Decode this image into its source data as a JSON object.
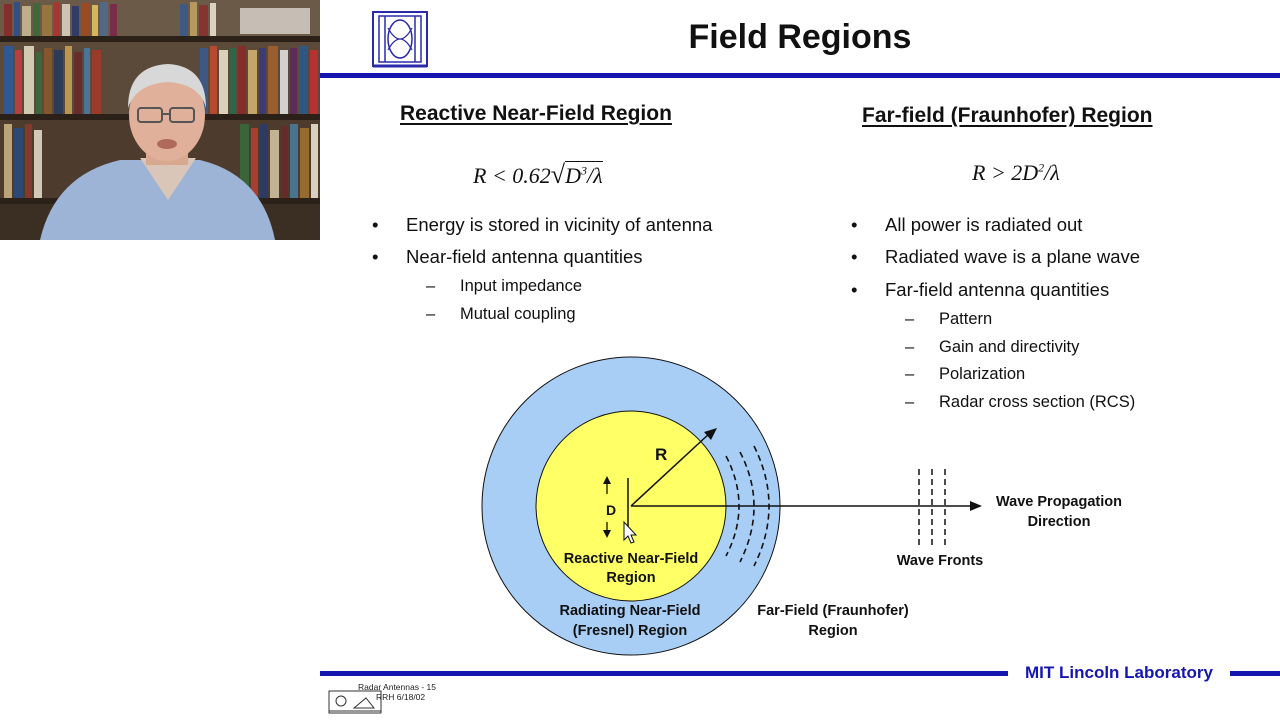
{
  "title": "Field Regions",
  "footer": {
    "lab": "MIT Lincoln Laboratory",
    "slide_label": "Radar Antennas - 15",
    "slide_meta": "RRH 6/18/02"
  },
  "left": {
    "heading": "Reactive Near-Field Region",
    "formula": {
      "prefix": "R < 0.62",
      "radicand": "D",
      "exp": "3",
      "rest": "/λ"
    },
    "bullets": [
      "Energy is stored in vicinity of antenna",
      "Near-field antenna quantities"
    ],
    "subitems": [
      "Input impedance",
      "Mutual coupling"
    ]
  },
  "right": {
    "heading": "Far-field (Fraunhofer) Region",
    "formula": {
      "prefix": "R > 2D",
      "exp": "2",
      "rest": "/λ"
    },
    "bullets": [
      "All power is radiated out",
      "Radiated wave is a plane wave",
      "Far-field antenna quantities"
    ],
    "subitems": [
      "Pattern",
      "Gain and directivity",
      "Polarization",
      "Radar cross section (RCS)"
    ]
  },
  "diagram": {
    "radius_label": "R",
    "dimension_label": "D",
    "reactive_label_1": "Reactive Near-Field",
    "reactive_label_2": "Region",
    "radiating_label_1": "Radiating Near-Field",
    "radiating_label_2": "(Fresnel) Region",
    "far_label_1": "Far-Field (Fraunhofer)",
    "far_label_2": "Region",
    "wave_fronts_label": "Wave Fronts",
    "propagation_label_1": "Wave Propagation",
    "propagation_label_2": "Direction",
    "colors": {
      "outer": "#a9cef6",
      "inner": "#ffff66",
      "rule": "#1515b0"
    }
  },
  "icons": [
    "mit-ll-logo-icon",
    "presenter-webcam-video",
    "mouse-cursor-icon",
    "mini-slide-icon"
  ]
}
